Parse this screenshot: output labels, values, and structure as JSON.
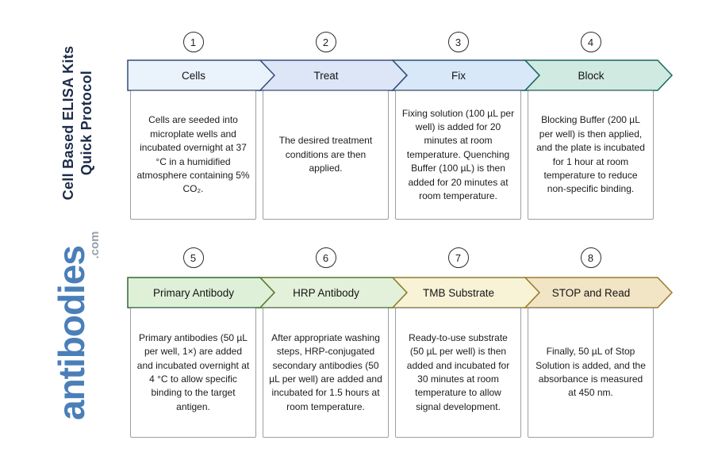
{
  "title": {
    "line1": "Cell Based ELISA Kits",
    "line2": "Quick Protocol",
    "color": "#1c2b49"
  },
  "brand": {
    "name": "antibodies",
    "tld": ".com",
    "color": "#4a7fb8",
    "tld_color": "#97a1ab"
  },
  "steps": [
    {
      "num": "1",
      "label": "Cells",
      "desc": "Cells are seeded into microplate wells and incubated overnight at 37 °C in a humidified atmosphere containing 5% CO₂.",
      "fill": "#eaf3fb",
      "border": "#2f4d79"
    },
    {
      "num": "2",
      "label": "Treat",
      "desc": "The desired treatment conditions are then applied.",
      "fill": "#dce6f7",
      "border": "#3a5080"
    },
    {
      "num": "3",
      "label": "Fix",
      "desc": "Fixing solution (100 µL per well) is added for 20 minutes at room temperature. Quenching Buffer (100 µL) is then added for 20 minutes at room temperature.",
      "fill": "#d9e8f9",
      "border": "#2f4d79"
    },
    {
      "num": "4",
      "label": "Block",
      "desc": "Blocking Buffer (200 µL per well) is then applied, and the plate is incubated for 1 hour at room temperature to reduce non-specific binding.",
      "fill": "#d0e9e1",
      "border": "#17695a"
    },
    {
      "num": "5",
      "label": "Primary Antibody",
      "desc": "Primary antibodies (50 µL per well, 1×) are added and incubated overnight at 4 °C to allow specific binding to the target antigen.",
      "fill": "#def0d8",
      "border": "#2f6a33"
    },
    {
      "num": "6",
      "label": "HRP Antibody",
      "desc": "After appropriate washing steps, HRP-conjugated secondary antibodies (50 µL per well) are added and incubated for 1.5 hours at room temperature.",
      "fill": "#e4f1da",
      "border": "#557a2d"
    },
    {
      "num": "7",
      "label": "TMB Substrate",
      "desc": "Ready-to-use substrate (50 µL per well) is then added and incubated for 30 minutes at room temperature to allow signal development.",
      "fill": "#f8f3d7",
      "border": "#8b7f2f"
    },
    {
      "num": "8",
      "label": "STOP and Read",
      "desc": "Finally, 50 µL of Stop Solution is added, and the absorbance is measured at 450 nm.",
      "fill": "#f1e5c6",
      "border": "#9d7a2c"
    }
  ]
}
